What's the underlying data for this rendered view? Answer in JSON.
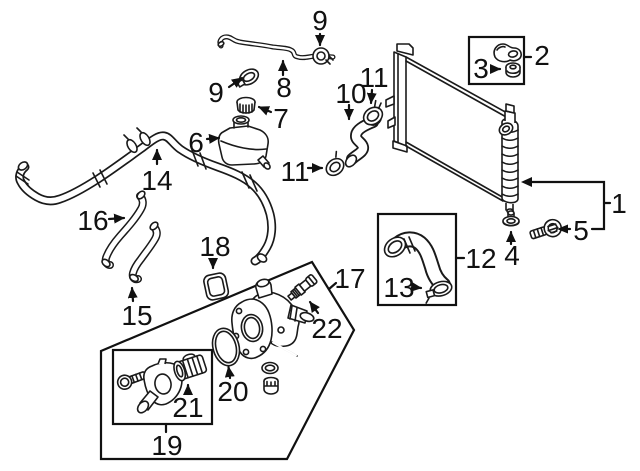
{
  "colors": {
    "background": "#ffffff",
    "line": "#1a1a1a",
    "text": "#111111"
  },
  "callouts": {
    "c1": {
      "num": "1",
      "part": "radiator"
    },
    "c2": {
      "num": "2",
      "part": "radiator-mount-bracket"
    },
    "c3": {
      "num": "3",
      "part": "radiator-mount-grommet"
    },
    "c4": {
      "num": "4",
      "part": "radiator-drain-plug"
    },
    "c5": {
      "num": "5",
      "part": "radiator-mount-bolt"
    },
    "c6": {
      "num": "6",
      "part": "coolant-reservoir-tank"
    },
    "c7": {
      "num": "7",
      "part": "reservoir-cap"
    },
    "c8": {
      "num": "8",
      "part": "overflow-hose"
    },
    "c9_left": {
      "num": "9",
      "part": "hose-clamp"
    },
    "c9_top": {
      "num": "9",
      "part": "hose-clamp"
    },
    "c10": {
      "num": "10",
      "part": "upper-radiator-hose"
    },
    "c11_top": {
      "num": "11",
      "part": "hose-clamp"
    },
    "c11_left": {
      "num": "11",
      "part": "hose-clamp"
    },
    "c12": {
      "num": "12",
      "part": "lower-radiator-hose"
    },
    "c13": {
      "num": "13",
      "part": "hose-clamp"
    },
    "c14": {
      "num": "14",
      "part": "heater-hose"
    },
    "c15": {
      "num": "15",
      "part": "bypass-hose"
    },
    "c16": {
      "num": "16",
      "part": "bypass-hose"
    },
    "c17": {
      "num": "17",
      "part": "water-outlet-assembly"
    },
    "c18": {
      "num": "18",
      "part": "water-outlet-gasket"
    },
    "c19": {
      "num": "19",
      "part": "thermostat-housing-kit"
    },
    "c20": {
      "num": "20",
      "part": "o-ring-seal"
    },
    "c21": {
      "num": "21",
      "part": "thermostat"
    },
    "c22": {
      "num": "22",
      "part": "coolant-temperature-sensor"
    }
  }
}
